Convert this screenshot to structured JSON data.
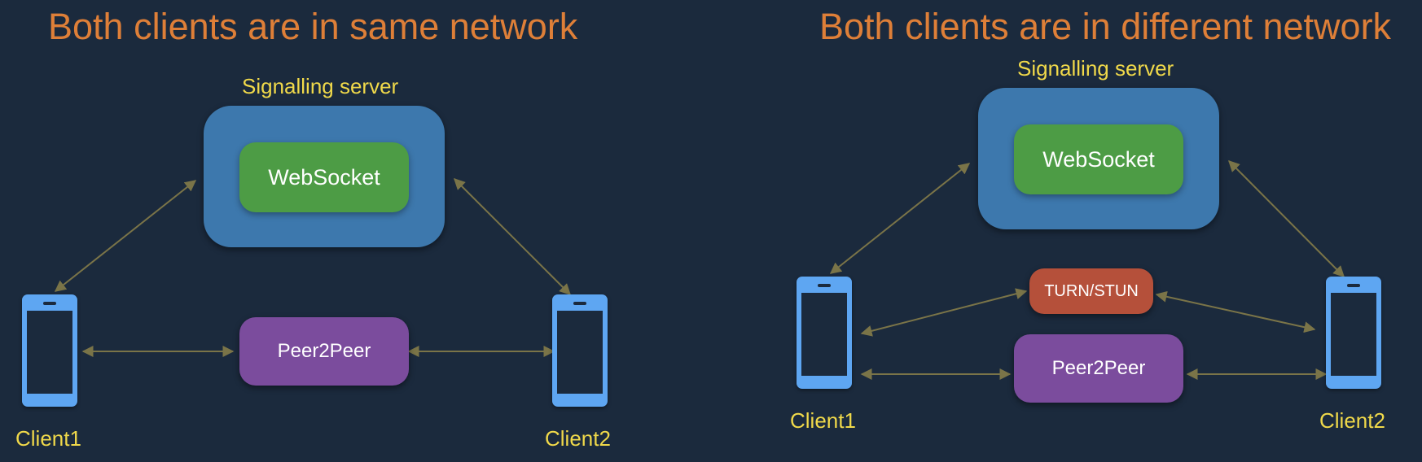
{
  "left_panel": {
    "title": "Both clients are in same network",
    "server_label": "Signalling server",
    "websocket_label": "WebSocket",
    "p2p_label": "Peer2Peer",
    "client1_label": "Client1",
    "client2_label": "Client2"
  },
  "right_panel": {
    "title": "Both clients are in different network",
    "server_label": "Signalling server",
    "websocket_label": "WebSocket",
    "turn_label": "TURN/STUN",
    "p2p_label": "Peer2Peer",
    "client1_label": "Client1",
    "client2_label": "Client2"
  },
  "colors": {
    "background": "#1b2a3d",
    "title": "#de7f38",
    "label": "#f0d94a",
    "server": "#3d78ad",
    "websocket": "#4d9c45",
    "peer2peer": "#7b4c9d",
    "turn_stun": "#b5503a",
    "phone": "#5ea6f2",
    "arrow": "#7a7448"
  }
}
